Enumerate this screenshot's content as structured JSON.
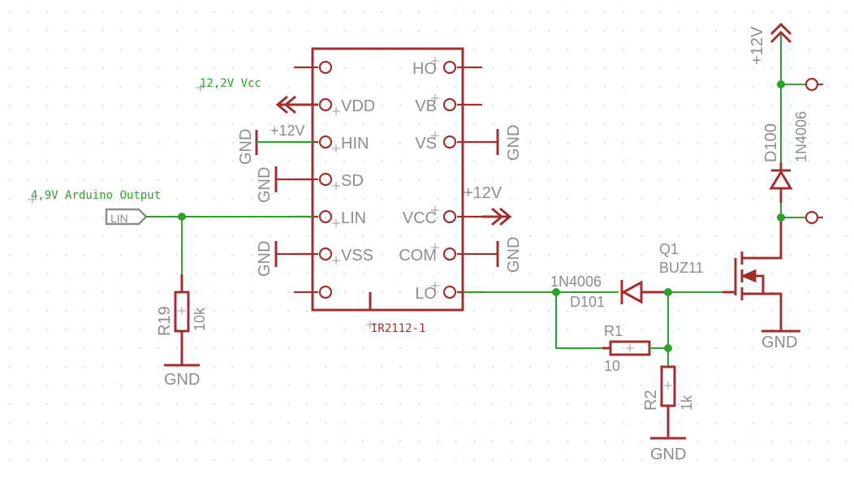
{
  "chip": {
    "name": "IR2112-1",
    "pins_left": [
      "",
      "VDD",
      "HIN",
      "SD",
      "LIN",
      "VSS",
      ""
    ],
    "pins_right": [
      "HO",
      "VB",
      "VS",
      "",
      "VCC",
      "COM",
      "LO"
    ]
  },
  "power": {
    "gnd": "GND",
    "plus12": "+12V"
  },
  "nets": {
    "vcc_label": "12,2V Vcc",
    "arduino_label": "4,9V Arduino Output",
    "lin_port": "LIN"
  },
  "resistors": {
    "r19": {
      "name": "R19",
      "value": "10k"
    },
    "r1": {
      "name": "R1",
      "value": "10"
    },
    "r2": {
      "name": "R2",
      "value": "1k"
    }
  },
  "diodes": {
    "d101": {
      "name": "D101",
      "part": "1N4006"
    },
    "d100": {
      "name": "D100",
      "part": "1N4006"
    }
  },
  "transistor": {
    "name": "Q1",
    "part": "BUZ11"
  },
  "colors": {
    "part": "#a03030",
    "net": "#2ea02e",
    "label": "#8c8c8c"
  }
}
